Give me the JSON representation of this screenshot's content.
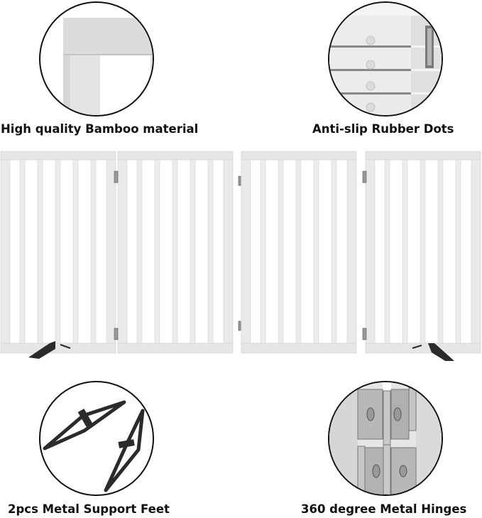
{
  "features": [
    {
      "id": "bamboo",
      "label": "High quality Bamboo material",
      "icon": "bamboo-frame-corner-icon"
    },
    {
      "id": "rubber",
      "label": "Anti-slip Rubber Dots",
      "icon": "rubber-dots-icon"
    },
    {
      "id": "feet",
      "label": "2pcs Metal Support Feet",
      "icon": "support-feet-icon"
    },
    {
      "id": "hinges",
      "label": "360 degree Metal Hinges",
      "icon": "metal-hinge-icon"
    }
  ],
  "product": {
    "name": "white folding pet gate",
    "panels": 4,
    "slats_per_panel": 6,
    "color": "#f2f2f2",
    "frame_shade": "#dedede",
    "metal_color": "#2b2b2b",
    "hinge_color": "#a9a9a9"
  }
}
